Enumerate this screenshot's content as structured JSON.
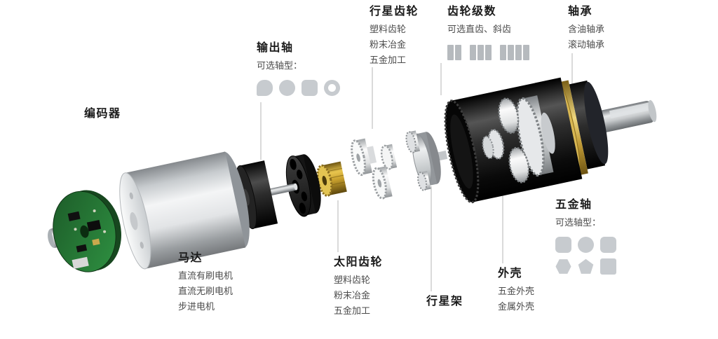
{
  "colors": {
    "title_text": "#1a1a1a",
    "item_text": "#4c4c4c",
    "leader_line": "#b5b5b5",
    "icon_gray": "#c7cbcf",
    "brass": "#d9b53f",
    "pcb_green": "#2f8f3f",
    "housing_black": "#1b1b1b",
    "metal_silver": "#d6d9db"
  },
  "labels": {
    "encoder": {
      "title": "编码器"
    },
    "output_shaft": {
      "title": "输出轴",
      "subtitle": "可选轴型：",
      "icons": [
        "d-shape",
        "circle",
        "rounded-square",
        "ring"
      ]
    },
    "planet_gear": {
      "title": "行星齿轮",
      "items": [
        "塑料齿轮",
        "粉末冶金",
        "五金加工"
      ]
    },
    "gear_stages": {
      "title": "齿轮级数",
      "subtitle": "可选直齿、斜齿",
      "stage_bar_groups": [
        2,
        3,
        4
      ]
    },
    "bearing": {
      "title": "轴承",
      "items": [
        "含油轴承",
        "滚动轴承"
      ]
    },
    "motor": {
      "title": "马达",
      "items": [
        "直流有刷电机",
        "直流无刷电机",
        "步进电机"
      ]
    },
    "sun_gear": {
      "title": "太阳齿轮",
      "items": [
        "塑料齿轮",
        "粉末冶金",
        "五金加工"
      ]
    },
    "planet_carrier": {
      "title": "行星架"
    },
    "housing": {
      "title": "外壳",
      "items": [
        "五金外壳",
        "金属外壳"
      ]
    },
    "metal_shaft": {
      "title": "五金轴",
      "subtitle": "可选轴型：",
      "icon_rows": [
        [
          "rounded-square",
          "circle",
          "rounded-square"
        ],
        [
          "hexagon",
          "pentagon",
          "square"
        ]
      ]
    }
  }
}
